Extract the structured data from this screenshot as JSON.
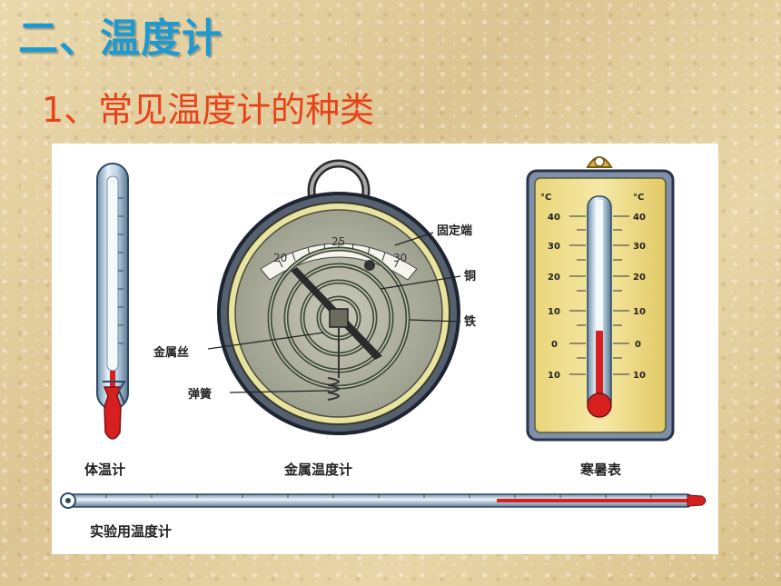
{
  "slide": {
    "title": "二、温度计",
    "subtitle": "1、常见温度计的种类"
  },
  "figure": {
    "thermometers": {
      "clinical_label": "体温计",
      "metal_label": "金属温度计",
      "wall_label": "寒暑表",
      "lab_label": "实验用温度计"
    },
    "metal_parts": {
      "fixed_end": "固定端",
      "copper": "铜",
      "iron": "铁",
      "metal_wire": "金属丝",
      "spring": "弹簧"
    },
    "dial_numbers": [
      "20",
      "25",
      "30"
    ],
    "wall_unit_left": "°C",
    "wall_unit_right": "°C",
    "wall_scale": [
      "40",
      "30",
      "20",
      "10",
      "0",
      "10"
    ],
    "colors": {
      "title": "#1c9ad1",
      "subtitle": "#e8421a",
      "mercury": "#d62020"
    }
  }
}
